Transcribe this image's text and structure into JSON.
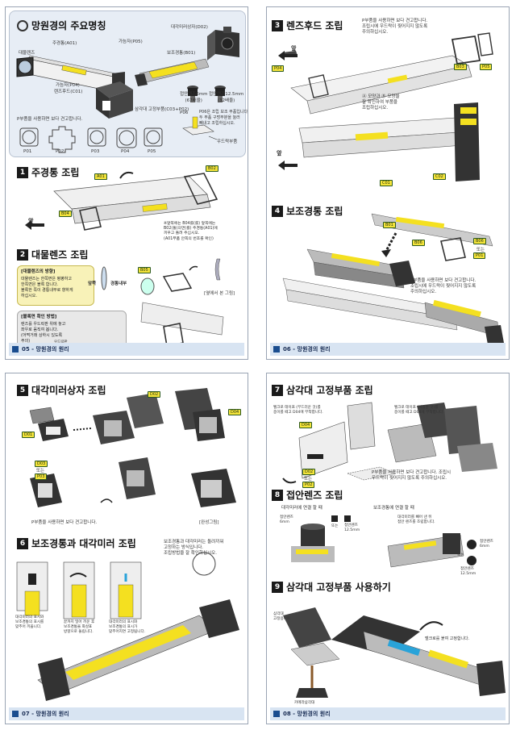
{
  "page5": {
    "parts_title": "망원경의 주요명칭",
    "labels": {
      "diagonal_box": "대각미러상자(D02)",
      "main_tube": "주경통(A01)",
      "pin": "가늠자(P05)",
      "sub_tube": "보조경통(B01)",
      "objective": "대물렌즈",
      "sight": "가늠자(P04)",
      "lens_hood": "렌즈후드(C01)",
      "tripod_fixture": "삼각대 고정부품(C03+P02)",
      "eyepiece_6": "접안렌즈6mm\n(67배율)",
      "eyepiece_12": "접안렌즈12.5mm\n(32배율)",
      "p_parts_note": "P부품을 사용하면 보다 견고합니다.",
      "p06": "P06",
      "p06_note": "P06은 조립 보조 부품입니다.\n두 부품 구멍부분을 눌러\n빼내고 조립하십시오.",
      "wood_part": "우드락부품",
      "p01": "P01",
      "p02": "P02",
      "p03": "P03",
      "p04": "P04",
      "p05": "P05"
    },
    "step1_title": "주경통 조립",
    "step1_labels": {
      "a01": "A01",
      "b02": "B02",
      "b04": "B04",
      "front": "앞",
      "note": "※앞쪽에는 B04를(를) 앞쪽에는\nB02(둘)의면(를) 주경통(A01)에\n끼우고 돌려 주십시오.\n(A01부품 안쪽의 번호를 확인)"
    },
    "step2_title": "대물렌즈 조립",
    "step2_note1_title": "[대물렌즈의 방향]",
    "step2_note1": "대물렌즈는 한쪽면은 평평하고\n한쪽면은 볼록 합니다.\n볼록한 쪽이 경통내부로 향하게\n하십시오.",
    "step2_front": "앞쪽",
    "step2_inner": "경통내부",
    "step2_note2_title": "[볼록면 확인 방법]",
    "step2_note2": "렌즈를 우드락판 위에 놓고\n좌우로 움직여 봅니다.\n(어쩍거래 상하시 있도록\n주의)",
    "step2_wood": "우드락판",
    "step2_side": "[옆에서 본 그림]",
    "b05": "B05",
    "footer": "05 - 망원경의 원리"
  },
  "page6": {
    "step3_title": "렌즈후드 조립",
    "step3_note": "P부품을 사용하면 보다 견고합니다.\n조립시에 우드락이 찢어지지 않도록\n주의하십시오.",
    "step3_front": "앞",
    "step3_p04": "P04",
    "step3_b03": "B03",
    "step3_p05": "P05",
    "step3_c01": "C01",
    "step3_c02": "C02",
    "step3_note2": "Ⓐ 모양과 Ⓑ 모양을\n잘 확인하여 부품을\n조립하십시오.",
    "step3_front2": "앞",
    "step4_title": "보조경통 조립",
    "step4_b01": "B01",
    "step4_b06": "B06",
    "step4_b06b": "B06",
    "step4_or": "또는",
    "step4_p01": "P01",
    "step4_note": "P부품을 사용하면 보다 견고합니다.\n조립시에 우드락이 찢어지지 않도록\n주의하십시오.",
    "footer": "06 - 망원경의 원리"
  },
  "page7": {
    "step5_title": "대각미러상자 조립",
    "d01": "D01",
    "d02": "D02",
    "d04": "D04",
    "d03": "D03",
    "or": "또는",
    "p03": "P03",
    "p_note": "P부품을 사용하면 보다 견고합니다.",
    "complete": "[완성그림]",
    "step6_title": "보조경통과 대각미러 조립",
    "step6_note": "보조경통과 대각미러는 돌려끼워\n고정하는 방식입니다.\n조립방법을 잘 확인하십시오.",
    "cap1": "대각미러의 표시와\n보조경통의 표시를\n맞추어 끼웁니다.",
    "cap2": "끝까지 밀어 끼운 후\n보조경통을 화살표\n방향으로 돌립니다.",
    "cap3": "대각미러의 표시와\n보조경통의 표시가\n맞추어지면 고정됩니다.",
    "footer": "07 - 망원경의 원리"
  },
  "page8": {
    "step7_title": "삼각대 고정부품 조립",
    "tape1": "벨크로 테이프 (부드러운 것)를\n종이를 떼고 D04에 부착합니다.",
    "tape2": "벨크로 테이프 (까칠한 것)를\n종이를 떼고 D04에 부착합니다.",
    "d04": "D04",
    "d02": "D02",
    "or": "또는",
    "p02": "P02",
    "p_note": "P부품을 사용하면 보다 견고합니다. 조립시\n우드락이 찢어지지 않도록 주의하십시오.",
    "step8_title": "접안렌즈 조립",
    "diag_conn": "대각미러에 연결 할 때",
    "sub_conn": "보조경통에 연결 할 때",
    "ep6": "접안렌즈\n6mm",
    "ep12": "접안렌즈\n12.5mm",
    "ep_or": "또는",
    "remove_note": "대각미러를 빼어 낸 뒤\n접안 렌즈를 조립합니다.",
    "ep6b": "접안렌즈\n6mm",
    "ep12b": "접안렌즈\n12.5mm",
    "ep_or2": "또는",
    "step9_title": "삼각대 고정부품 사용하기",
    "tripod_label": "삼각대\n고정용나트",
    "velcro_note": "벨크로를 붙여 고정합니다.",
    "camera_tripod": "카메라삼각대",
    "footer": "08 - 망원경의 원리"
  }
}
